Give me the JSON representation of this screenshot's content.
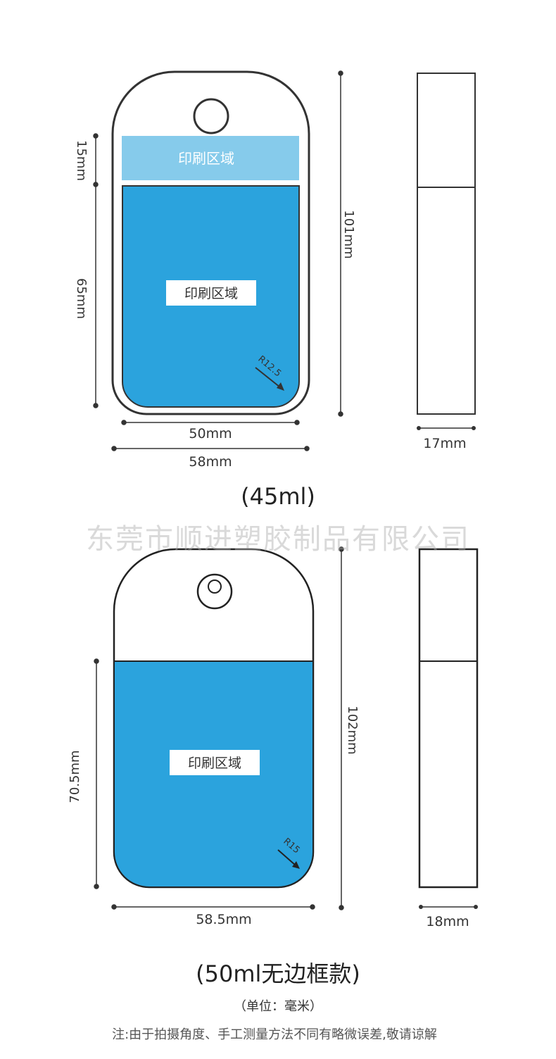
{
  "watermark": "东莞市顺进塑胶制品有限公司",
  "print_area_label": "印刷区域",
  "bottle_45": {
    "caption": "(45ml)",
    "dim_height": "101mm",
    "dim_top_band": "15mm",
    "dim_print_area": "65mm",
    "dim_inner_width": "50mm",
    "dim_outer_width": "58mm",
    "dim_side_width": "17mm",
    "radius": "R12.5",
    "colors": {
      "top_band": "#86CBEB",
      "print_area": "#2BA3DD",
      "outline": "#333333"
    }
  },
  "bottle_50": {
    "caption": "(50ml无边框款)",
    "dim_height": "102mm",
    "dim_print_area": "70.5mm",
    "dim_width": "58.5mm",
    "dim_side_width": "18mm",
    "radius": "R15",
    "colors": {
      "print_area": "#2BA3DD",
      "outline": "#222222"
    }
  },
  "unit_note": "（单位：毫米）",
  "disclaimer": "注:由于拍摄角度、手工测量方法不同有略微误差,敬请谅解"
}
